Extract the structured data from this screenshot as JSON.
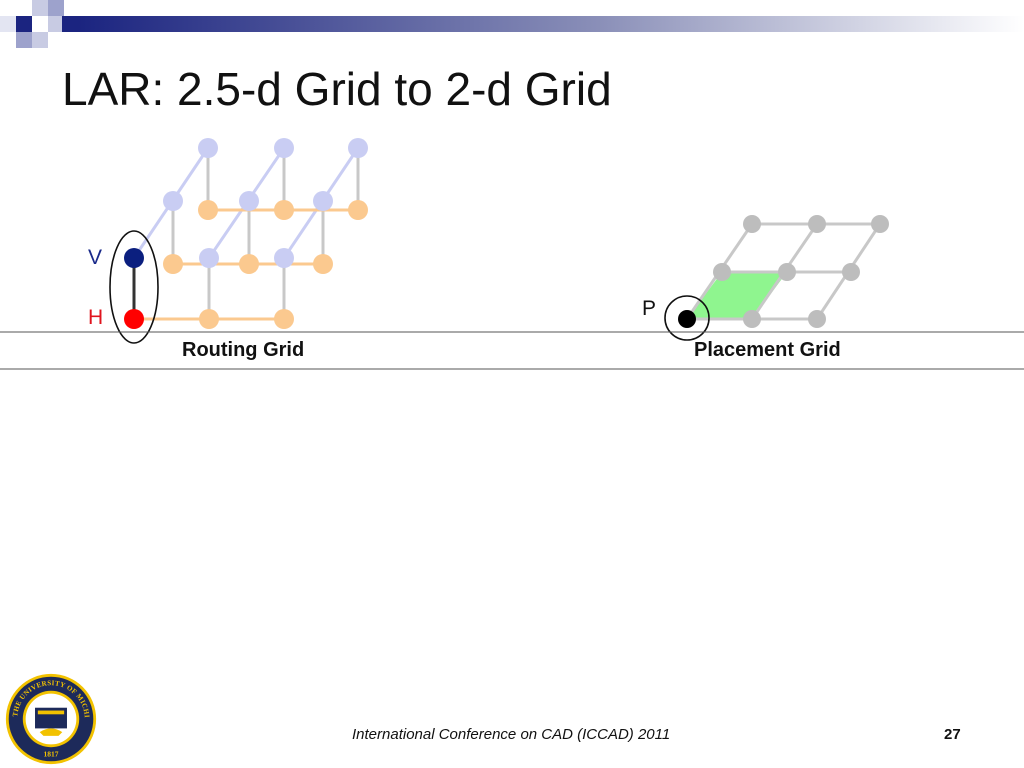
{
  "slide": {
    "title": "LAR: 2.5-d Grid to 2-d Grid",
    "footer": "International Conference on CAD (ICCAD) 2011",
    "page_number": "27"
  },
  "routing_grid": {
    "caption": "Routing Grid",
    "label_v": "V",
    "label_h": "H"
  },
  "placement_grid": {
    "caption": "Placement Grid",
    "label_p": "P"
  },
  "seal": {
    "text_top": "THE UNIVERSITY OF MICHIGAN",
    "year": "1817"
  },
  "colors": {
    "vertical_layer": "#c9cdf3",
    "horizontal_layer": "#fbc98f",
    "v_pin": "#0b1f7f",
    "h_pin": "#ff0000",
    "placement_node": "#bdbdbd",
    "selected_cell": "#8ff58f",
    "band_dark": "#1b2480"
  }
}
